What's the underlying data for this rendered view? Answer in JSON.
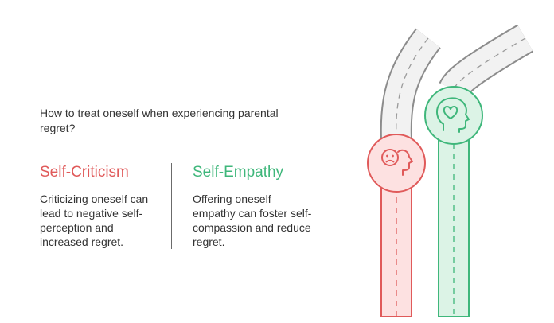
{
  "question": "How to treat oneself when experiencing parental regret?",
  "options": [
    {
      "title": "Self-Criticism",
      "description": "Criticizing oneself can lead to negative self-perception and increased regret.",
      "color": "#e05a5a",
      "icon": "sad-face-head-icon"
    },
    {
      "title": "Self-Empathy",
      "description": "Offering oneself empathy can foster self-compassion and reduce regret.",
      "color": "#3fb77b",
      "icon": "heart-head-icon"
    }
  ]
}
